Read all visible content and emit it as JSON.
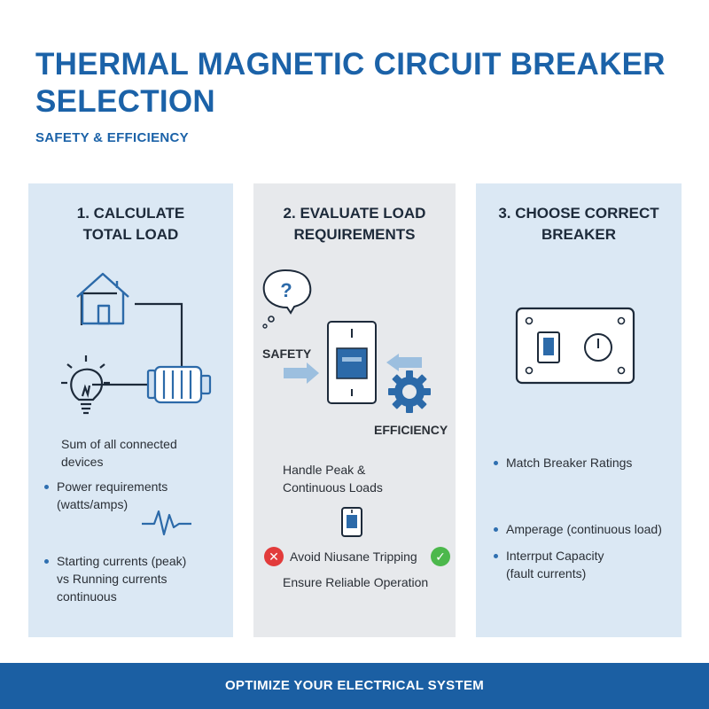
{
  "header": {
    "title": "THERMAL MAGNETIC CIRCUIT BREAKER SELECTION",
    "subtitle": "SAFETY & EFFICIENCY"
  },
  "colors": {
    "brand_blue": "#1b62a8",
    "panel_blue": "#dbe8f4",
    "panel_gray": "#e7e9ec",
    "error_red": "#e23b3b",
    "success_green": "#4cb84c"
  },
  "panel1": {
    "heading_line1": "1. CALCULATE",
    "heading_line2": "TOTAL LOAD",
    "intro_line1": "Sum of all connected",
    "intro_line2": "devices",
    "bullet1_line1": "Power requirements",
    "bullet1_line2": "(watts/amps)",
    "bullet2_line1": "Starting currents (peak)",
    "bullet2_line2": "vs Running currents",
    "bullet2_line3": "continuous",
    "icons": [
      "house-icon",
      "light-bulb-icon",
      "motor-icon",
      "waveform-icon"
    ]
  },
  "panel2": {
    "heading_line1": "2. EVALUATE LOAD",
    "heading_line2": "REQUIREMENTS",
    "question_mark": "?",
    "safety_label": "SAFETY",
    "efficiency_label": "EFFICIENCY",
    "text1_line1": "Handle Peak &",
    "text1_line2": "Continuous Loads",
    "avoid_text": "Avoid Niusane Tripping",
    "ensure_text": "Ensure Reliable Operation",
    "x_glyph": "✕",
    "check_glyph": "✓",
    "icons": [
      "question-bubble-icon",
      "breaker-switch-icon",
      "gear-icon",
      "small-breaker-icon",
      "error-icon",
      "check-icon"
    ]
  },
  "panel3": {
    "heading_line1": "3. CHOOSE CORRECT",
    "heading_line2": "BREAKER",
    "bullet1": "Match Breaker Ratings",
    "bullet2": "Amperage (continuous load)",
    "bullet3_line1": "Interrput Capacity",
    "bullet3_line2": "(fault currents)",
    "icons": [
      "breaker-panel-icon"
    ]
  },
  "footer": {
    "text": "OPTIMIZE YOUR ELECTRICAL SYSTEM"
  }
}
